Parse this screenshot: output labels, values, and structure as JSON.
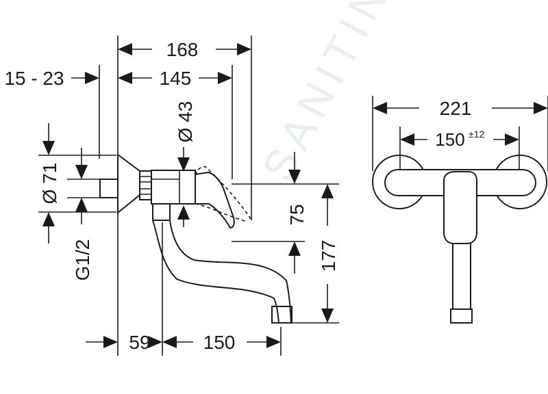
{
  "diagram": {
    "dimensions": {
      "d168": "168",
      "d145": "145",
      "d15_23": "15 - 23",
      "d43": "Ø 43",
      "d71": "Ø 71",
      "g12": "G1/2",
      "d75": "75",
      "d177": "177",
      "d59": "59",
      "d150_bottom": "150",
      "d221": "221",
      "d150_front": "150",
      "d150_front_tol": "±12"
    },
    "watermark": "SANITINO"
  }
}
